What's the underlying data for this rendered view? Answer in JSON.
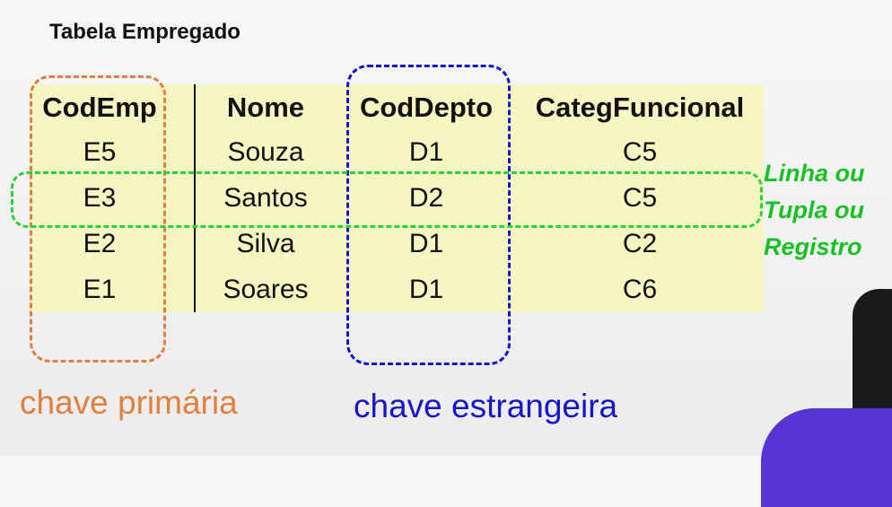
{
  "title": "Tabela Empregado",
  "headers": [
    "CodEmp",
    "Nome",
    "CodDepto",
    "CategFuncional"
  ],
  "rows": [
    [
      "E5",
      "Souza",
      "D1",
      "C5"
    ],
    [
      "E3",
      "Santos",
      "D2",
      "C5"
    ],
    [
      "E2",
      "Silva",
      "D1",
      "C2"
    ],
    [
      "E1",
      "Soares",
      "D1",
      "C6"
    ]
  ],
  "annotations": {
    "primary_key": "chave primária",
    "foreign_key": "chave estrangeira",
    "row_label_1": "Linha ou",
    "row_label_2": "Tupla ou",
    "row_label_3": "Registro"
  },
  "colors": {
    "table_bg": "#f6f6c3",
    "primary_key": "#e07f3e",
    "foreign_key": "#1515c9",
    "row": "#2bd13d",
    "accent": "#5733d4"
  }
}
